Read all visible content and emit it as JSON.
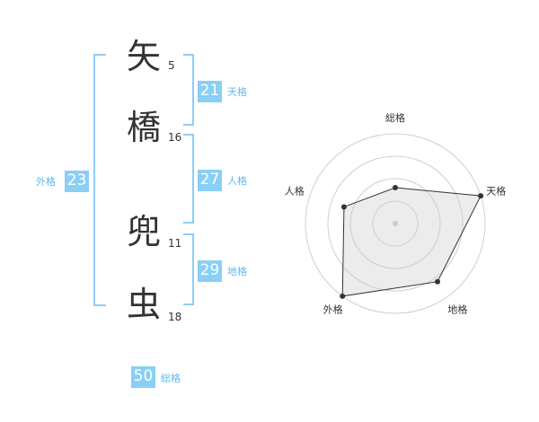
{
  "name_chars": [
    {
      "char": "矢",
      "strokes": "5"
    },
    {
      "char": "橋",
      "strokes": "16"
    },
    {
      "char": "兜",
      "strokes": "11"
    },
    {
      "char": "虫",
      "strokes": "18"
    }
  ],
  "fortunes": {
    "tenkaku": {
      "value": "21",
      "label": "天格"
    },
    "jinkaku": {
      "value": "27",
      "label": "人格"
    },
    "chikaku": {
      "value": "29",
      "label": "地格"
    },
    "gaikaku": {
      "value": "23",
      "label": "外格"
    },
    "soukaku": {
      "value": "50",
      "label": "総格"
    }
  },
  "colors": {
    "accent": "#89cff6",
    "bracket": "#8ecdf5",
    "label": "#5fbbef"
  },
  "chart_data": {
    "type": "radar",
    "axes": [
      "総格",
      "天格",
      "地格",
      "外格",
      "人格"
    ],
    "values": [
      0.4,
      1.0,
      0.8,
      1.0,
      0.6
    ],
    "max": 1.0,
    "rings": 4,
    "grid": true
  }
}
